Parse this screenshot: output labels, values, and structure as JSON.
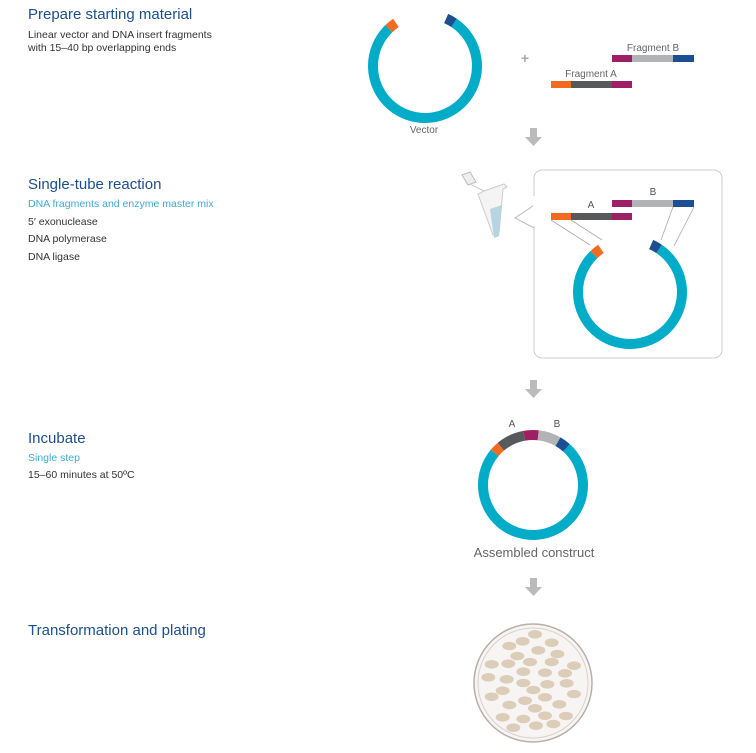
{
  "steps": [
    {
      "title": "Prepare starting material",
      "lines": [
        "Linear vector and DNA insert fragments",
        "with 15–40 bp overlapping ends"
      ]
    },
    {
      "title": "Single-tube reaction",
      "accent": "DNA fragments and enzyme master mix",
      "lines": [
        "5′ exonuclease",
        "DNA polymerase",
        "DNA ligase"
      ]
    },
    {
      "title": "Incubate",
      "accent": "Single step",
      "lines": [
        "15–60 minutes at 50ºC"
      ]
    },
    {
      "title": "Transformation and plating"
    }
  ],
  "diagram": {
    "vector_label": "Vector",
    "fragment_a_label": "Fragment A",
    "fragment_b_label": "Fragment B",
    "short_a": "A",
    "short_b": "B",
    "assembled_label": "Assembled construct",
    "plus": "+"
  },
  "colors": {
    "vector": "#00acc8",
    "orange": "#f26b21",
    "navy": "#1b4f91",
    "magenta": "#9e1f63",
    "dark_gray": "#58595b",
    "light_gray": "#b1b3b4",
    "title": "#1c4f8c",
    "accent": "#3fa9d6"
  }
}
